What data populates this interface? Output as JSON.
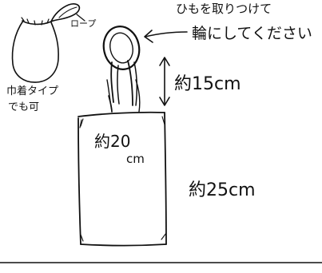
{
  "annotations": {
    "rope_label": "ロープ",
    "attach_instruction_line1": "ひもを取りつけて",
    "attach_instruction_line2": "輪にしてください",
    "drawstring_line1": "巾着タイプ",
    "drawstring_line2": "でも可",
    "handle_height": "約15cm",
    "bag_width_number": "約20",
    "bag_width_unit": "cm",
    "bag_height": "約25cm"
  },
  "colors": {
    "ink": "#111111",
    "paper": "#ffffff"
  }
}
